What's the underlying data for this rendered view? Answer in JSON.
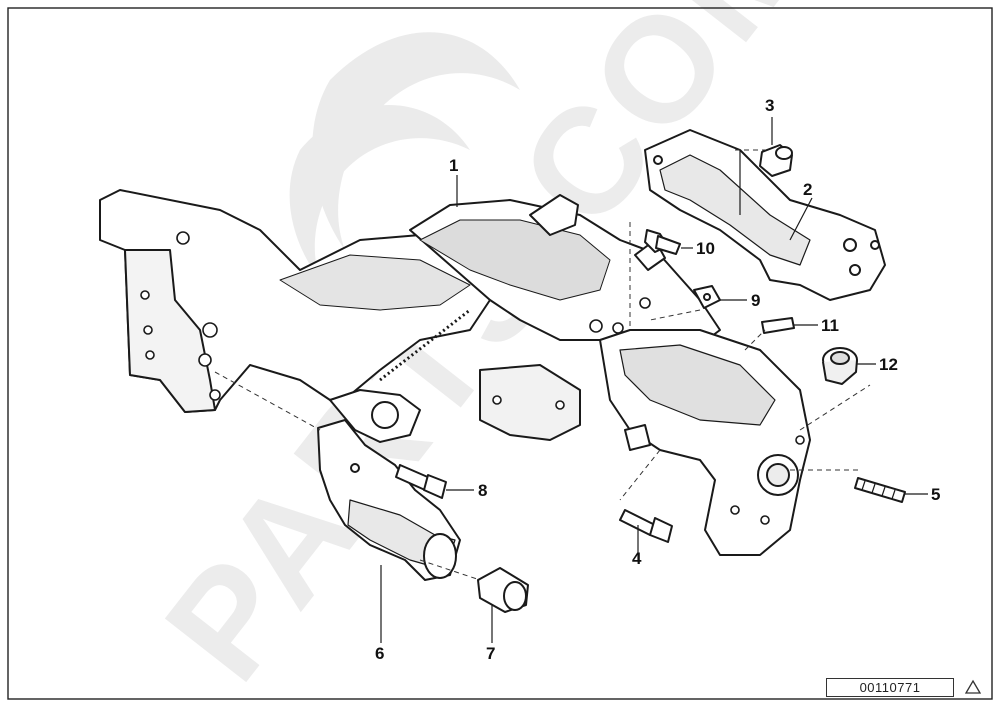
{
  "callouts": [
    {
      "id": "1",
      "text": "1"
    },
    {
      "id": "2",
      "text": "2"
    },
    {
      "id": "3",
      "text": "3"
    },
    {
      "id": "4",
      "text": "4"
    },
    {
      "id": "5",
      "text": "5"
    },
    {
      "id": "6",
      "text": "6"
    },
    {
      "id": "7",
      "text": "7"
    },
    {
      "id": "8",
      "text": "8"
    },
    {
      "id": "9",
      "text": "9"
    },
    {
      "id": "10",
      "text": "10"
    },
    {
      "id": "11",
      "text": "11"
    },
    {
      "id": "12",
      "text": "12"
    }
  ],
  "reference_number": "00110771",
  "watermark_text": "PARTS.COM",
  "colors": {
    "line": "#1a1a1a",
    "fill": "#ffffff",
    "shade": "#d6d6d6",
    "watermark": "#e6e6e6"
  }
}
